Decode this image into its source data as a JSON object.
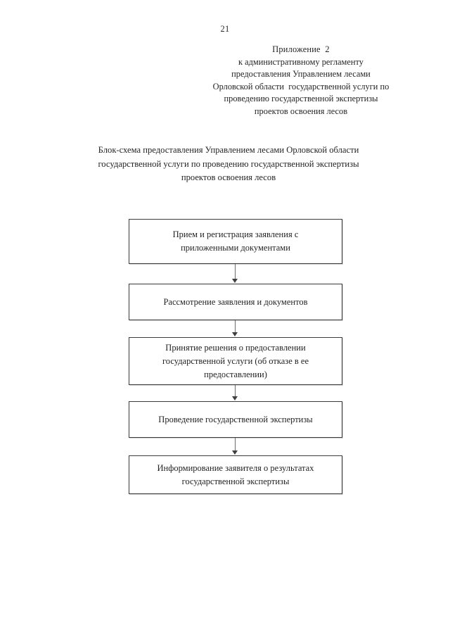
{
  "page": {
    "number": "21"
  },
  "appendix": {
    "lines": [
      "Приложение  2",
      "к административному регламенту",
      "предоставления Управлением лесами",
      "Орловской области  государственной услуги по",
      "проведению государственной экспертизы",
      "проектов освоения лесов"
    ]
  },
  "title": {
    "line1": "Блок-схема предоставления Управлением лесами Орловской области",
    "line2": "государственной услуги по проведению государственной экспертизы",
    "line3": "проектов освоения лесов"
  },
  "flowchart": {
    "type": "flowchart",
    "orientation": "vertical",
    "node_count": 5,
    "connector_count": 4,
    "nodes": [
      {
        "id": "node-1",
        "lines": [
          "Прием и регистрация заявления с",
          "приложенными документами"
        ]
      },
      {
        "id": "node-2",
        "lines": [
          "Рассмотрение заявления и документов"
        ]
      },
      {
        "id": "node-3",
        "lines": [
          "Принятие решения о предоставлении",
          "государственной услуги (об отказе в ее",
          "предоставлении)"
        ]
      },
      {
        "id": "node-4",
        "lines": [
          "Проведение государственной экспертизы"
        ]
      },
      {
        "id": "node-5",
        "lines": [
          "Информирование заявителя о результатах",
          "государственной экспертизы"
        ]
      }
    ]
  },
  "colors": {
    "page_background": "#ffffff",
    "text": "#232323",
    "node_border": "#3a3a3a",
    "connector": "#6d6d6d",
    "arrow_head": "#3f3f3f"
  }
}
